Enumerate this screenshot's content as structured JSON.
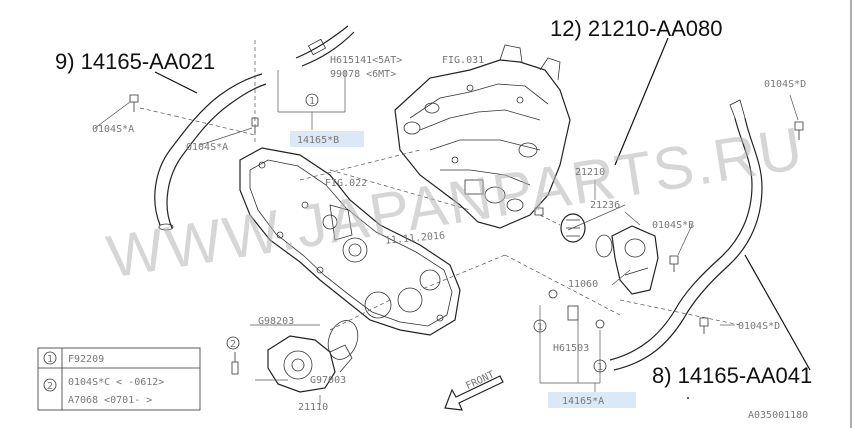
{
  "callouts": {
    "c9": "9) 14165-AA021",
    "c12": "12) 21210-AA080",
    "c8": "8) 14165-AA041"
  },
  "labels": {
    "h615141": "H615141<5AT>",
    "b99078": "99078 <6MT>",
    "fig031": "FIG.031",
    "fig022": "FIG.022",
    "l0104sa_1": "0104S*A",
    "l0104sa_2": "0104S*A",
    "l14165b": "14165*B",
    "l0104sd_1": "0104S*D",
    "l0104sd_2": "0104S*D",
    "l21210": "21210",
    "l21236": "21236",
    "l0104sb": "0104S*B",
    "l11060": "11060",
    "lh61503": "H61503",
    "l14165a": "14165*A",
    "lg98203": "G98203",
    "lg97003": "G97003",
    "l21110": "21110",
    "date": "11.11.2016",
    "front": "FRONT",
    "figcode": "A035001180",
    "num1a": "1",
    "num1b": "1",
    "num1c": "1",
    "num2": "2"
  },
  "watermark": "WWW.JAPANPARTS.RU",
  "legend": {
    "rows": [
      {
        "num": "1",
        "text": "F92209"
      },
      {
        "num": "2",
        "text": "0104S*C < -0612>"
      },
      {
        "num": "",
        "text": "A7068 <0701- >"
      }
    ]
  },
  "colors": {
    "highlight": "#dbe9f7",
    "ink": "#222222",
    "watermark": "#b5b5b5"
  }
}
